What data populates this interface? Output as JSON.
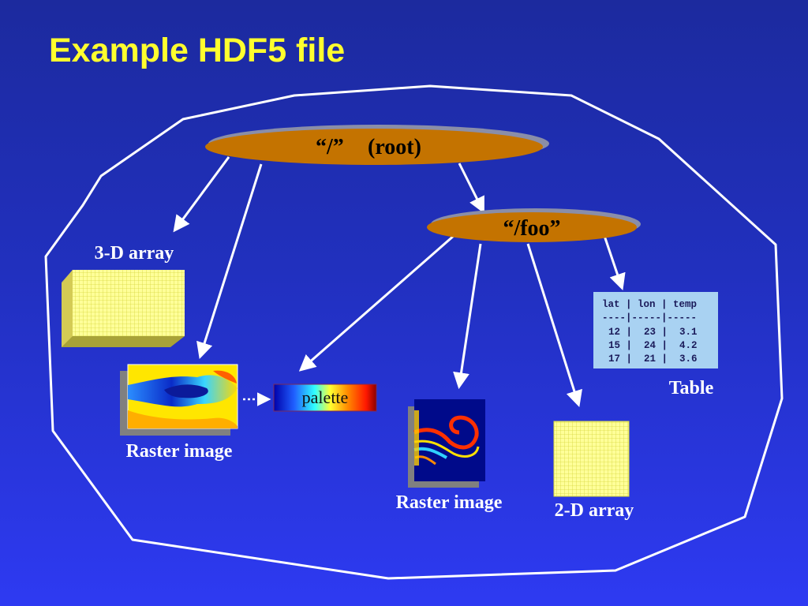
{
  "title": "Example HDF5 file",
  "nodes": {
    "root": {
      "name": "“/”",
      "suffix": "(root)"
    },
    "foo": {
      "name": "“/foo”"
    }
  },
  "labels": {
    "array3d": "3-D array",
    "raster1": "Raster image",
    "palette": "palette",
    "raster2": "Raster image",
    "array2d": "2-D array",
    "table": "Table"
  },
  "table": {
    "header": "lat | lon | temp",
    "separator": "----|-----|-----",
    "rows": [
      "12 |  23 |  3.1",
      "15 |  24 |  4.2",
      "17 |  21 |  3.6"
    ]
  },
  "colors": {
    "title": "#ffff2e",
    "group_fill": "#c47300",
    "array_fill": "#ffff99",
    "array_grid": "#d8d840",
    "table_bg": "#a9d2f2",
    "line": "#ffffff"
  }
}
